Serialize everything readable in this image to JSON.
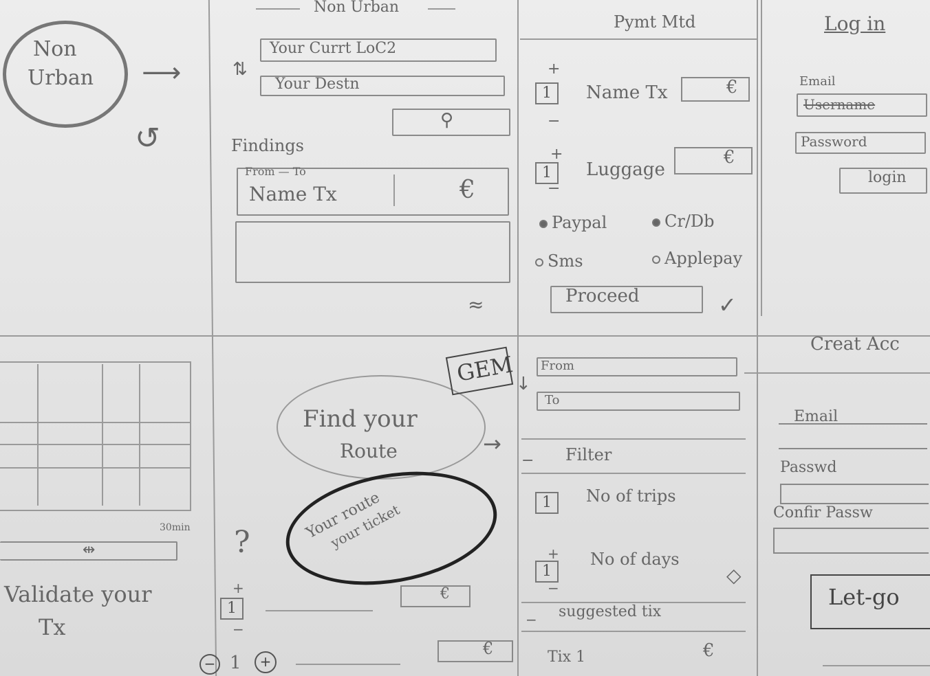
{
  "splash": {
    "logo_line1": "Non",
    "logo_line2": "Urban"
  },
  "search_screen": {
    "title": "Non Urban",
    "current_loc_placeholder": "Your Currt LoC2",
    "destination_placeholder": "Your Destn",
    "search_icon": "search-icon",
    "findings_label": "Findings",
    "from_to_label": "From — To",
    "result_name": "Name Tx",
    "result_currency": "€"
  },
  "payment_screen": {
    "title": "Pymt Mtd",
    "ticket_qty": "1",
    "ticket_label": "Name Tx",
    "ticket_currency": "€",
    "luggage_qty": "1",
    "luggage_label": "Luggage",
    "luggage_currency": "€",
    "methods": [
      {
        "label": "Paypal",
        "selected": true
      },
      {
        "label": "Cr/Db",
        "selected": true
      },
      {
        "label": "Sms",
        "selected": false
      },
      {
        "label": "Applepay",
        "selected": false
      }
    ],
    "proceed_label": "Proceed"
  },
  "login_screen": {
    "title": "Log in",
    "email_label": "Email",
    "username_struck": "Username",
    "password_label": "Password",
    "login_button": "login"
  },
  "create_account": {
    "title": "Creat Acc",
    "email_label": "Email",
    "password_label": "Passwd",
    "confirm_label": "Confir Passw",
    "submit_label": "Let-go"
  },
  "ticket_screen": {
    "timer": "30min",
    "validate_line1": "Validate your",
    "validate_line2": "Tx"
  },
  "home_screen": {
    "bubble_line1": "Find your",
    "bubble_line2": "Route",
    "tagline_line1": "Your route",
    "tagline_line2": "your ticket",
    "help_icon": "?",
    "qty": "1",
    "currency": "€",
    "stepper_minus": "−",
    "stepper_value": "1",
    "stepper_plus": "+",
    "bottom_currency": "€"
  },
  "filter_screen": {
    "gem_badge": "GEM",
    "from_placeholder": "From",
    "to_placeholder": "To",
    "filter_label": "Filter",
    "trips_qty": "1",
    "trips_label": "No of trips",
    "days_qty": "1",
    "days_label": "No of days",
    "suggested_label": "suggested tix",
    "tix_label": "Tix 1",
    "tix_currency": "€"
  },
  "colors": {
    "paper": "#e4e4e4",
    "pencil": "#666666",
    "ink_dark": "#222222"
  }
}
